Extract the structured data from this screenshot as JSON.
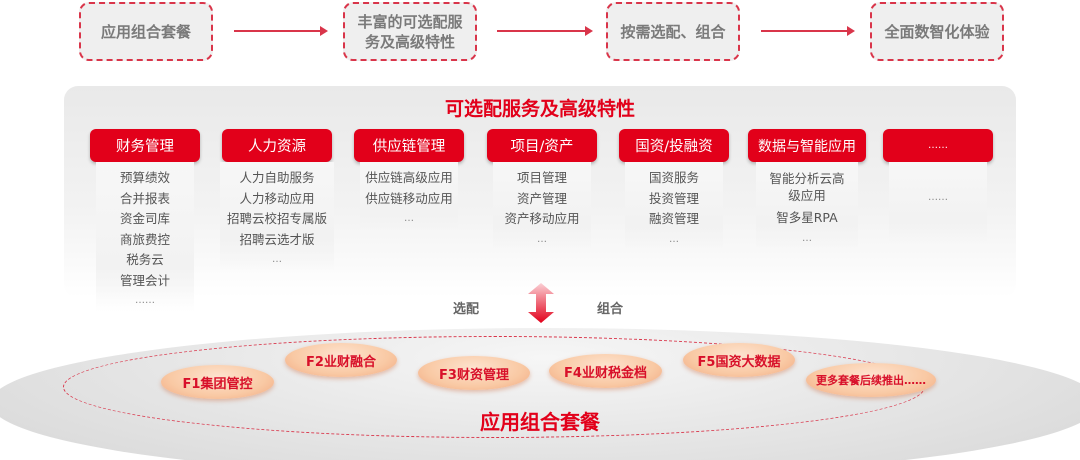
{
  "flow": {
    "steps": [
      {
        "label": "应用组合套餐"
      },
      {
        "label": "丰富的可选配服\n务及高级特性"
      },
      {
        "label": "按需选配、组合"
      },
      {
        "label": "全面数智化体验"
      }
    ],
    "arrow_icon": "arrow-right-icon"
  },
  "panel": {
    "title": "可选配服务及高级特性",
    "categories": [
      {
        "title": "财务管理",
        "items": [
          "预算绩效",
          "合并报表",
          "资金司库",
          "商旅费控",
          "税务云",
          "管理会计",
          "……"
        ]
      },
      {
        "title": "人力资源",
        "items": [
          "人力自助服务",
          "人力移动应用",
          "招聘云校招专属版",
          "招聘云选才版",
          "…"
        ]
      },
      {
        "title": "供应链管理",
        "items": [
          "供应链高级应用",
          "供应链移动应用",
          "…"
        ]
      },
      {
        "title": "项目/资产",
        "items": [
          "项目管理",
          "资产管理",
          "资产移动应用",
          "…"
        ]
      },
      {
        "title": "国资/投融资",
        "items": [
          "国资服务",
          "投资管理",
          "融资管理",
          "…"
        ]
      },
      {
        "title": "数据与智能应用",
        "items": [
          "智能分析云高级应用",
          "智多星RPA",
          "…"
        ]
      },
      {
        "title": "……",
        "items": [
          "……"
        ]
      }
    ]
  },
  "connector": {
    "left_label": "选配",
    "right_label": "组合",
    "icon": "double-arrow-vertical-icon"
  },
  "packages": {
    "title": "应用组合套餐",
    "items": [
      {
        "label": "F1集团管控"
      },
      {
        "label": "F2业财融合"
      },
      {
        "label": "F3财资管理"
      },
      {
        "label": "F4业财税金档"
      },
      {
        "label": "F5国资大数据"
      },
      {
        "label": "更多套餐后续推出……"
      }
    ]
  },
  "colors": {
    "accent_red": "#e2001a",
    "dash_red": "#d9354a",
    "box_gray": "#efefef",
    "text_gray": "#7a7a7a",
    "pill_orange": "#f9c9a4"
  }
}
